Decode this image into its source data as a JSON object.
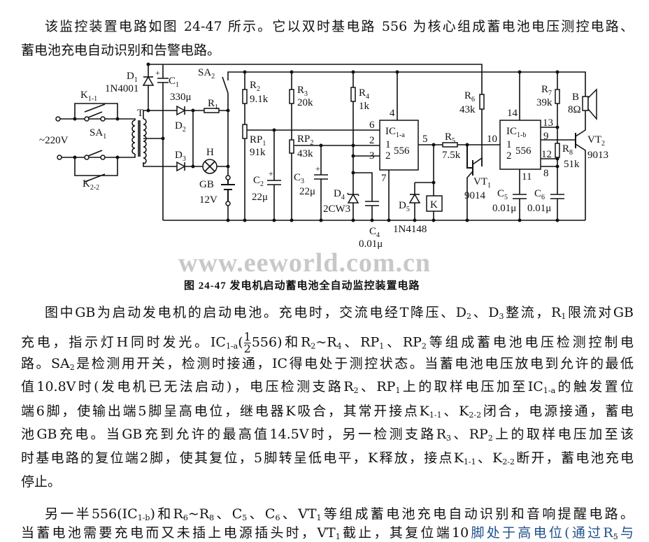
{
  "intro": {
    "lines": [
      [
        {
          "t": "该监控装置电路如图 24-47 所示。它以双时基电路 556 为核心组成蓄电池电压测控电路、"
        }
      ],
      [
        {
          "t": "蓄电池充电自动识别和告警电路。"
        }
      ]
    ]
  },
  "diagram": {
    "caption": "图 24-47   发电机启动蓄电池全自动监控装置电路",
    "watermark": "www.eeworld.com.cn",
    "labels": [
      {
        "id": "D1",
        "t": "D",
        "sub": "1"
      },
      {
        "id": "1N4001",
        "t": "1N4001"
      },
      {
        "id": "C1",
        "t": "C",
        "sub": "1"
      },
      {
        "id": "C1v",
        "t": "330μ"
      },
      {
        "id": "K11",
        "t": "K",
        "sub": "1-1"
      },
      {
        "id": "T",
        "t": "T"
      },
      {
        "id": "D2",
        "t": "D",
        "sub": "2"
      },
      {
        "id": "R1",
        "t": "R",
        "sub": "1"
      },
      {
        "id": "SA2",
        "t": "SA",
        "sub": "2"
      },
      {
        "id": "SA1",
        "t": "SA",
        "sub": "1"
      },
      {
        "id": "V220",
        "t": "~220V"
      },
      {
        "id": "D3",
        "t": "D",
        "sub": "3"
      },
      {
        "id": "H",
        "t": "H"
      },
      {
        "id": "K22",
        "t": "K",
        "sub": "2-2"
      },
      {
        "id": "GB",
        "t": "GB"
      },
      {
        "id": "GBv",
        "t": "12V"
      },
      {
        "id": "R2",
        "t": "R",
        "sub": "2"
      },
      {
        "id": "R2v",
        "t": "9.1k"
      },
      {
        "id": "RP1",
        "t": "RP",
        "sub": "1"
      },
      {
        "id": "RP1v",
        "t": "91k"
      },
      {
        "id": "C2",
        "t": "C",
        "sub": "2"
      },
      {
        "id": "C2v",
        "t": "22μ"
      },
      {
        "id": "R3",
        "t": "R",
        "sub": "3"
      },
      {
        "id": "R3v",
        "t": "20k"
      },
      {
        "id": "RP2",
        "t": "RP",
        "sub": "2"
      },
      {
        "id": "RP2v",
        "t": "43k"
      },
      {
        "id": "C3",
        "t": "C",
        "sub": "3"
      },
      {
        "id": "C3v",
        "t": "22μ"
      },
      {
        "id": "D4",
        "t": "D",
        "sub": "4"
      },
      {
        "id": "D4v",
        "t": "2CW3"
      },
      {
        "id": "R4",
        "t": "R",
        "sub": "4"
      },
      {
        "id": "R4v",
        "t": "1k"
      },
      {
        "id": "C4",
        "t": "C",
        "sub": "4"
      },
      {
        "id": "C4v",
        "t": "0.01μ"
      },
      {
        "id": "p4",
        "t": "4"
      },
      {
        "id": "p6",
        "t": "6"
      },
      {
        "id": "p2",
        "t": "2"
      },
      {
        "id": "p3",
        "t": "3"
      },
      {
        "id": "p7",
        "t": "7"
      },
      {
        "id": "p5",
        "t": "5"
      },
      {
        "id": "ICa",
        "t": "IC",
        "sub": "1-a"
      },
      {
        "id": "ICa_n",
        "t": "1"
      },
      {
        "id": "ICa_d",
        "t": "2"
      },
      {
        "id": "ICa_v",
        "t": "556"
      },
      {
        "id": "R5",
        "t": "R",
        "sub": "5"
      },
      {
        "id": "R5v",
        "t": "7.5k"
      },
      {
        "id": "R6",
        "t": "R",
        "sub": "6"
      },
      {
        "id": "R6v",
        "t": "43k"
      },
      {
        "id": "VT1",
        "t": "VT",
        "sub": "1"
      },
      {
        "id": "VT1v",
        "t": "9014"
      },
      {
        "id": "D5",
        "t": "D",
        "sub": "5"
      },
      {
        "id": "D5v",
        "t": "1N4148"
      },
      {
        "id": "K",
        "t": "K"
      },
      {
        "id": "p10",
        "t": "10"
      },
      {
        "id": "p14",
        "t": "14"
      },
      {
        "id": "ICb",
        "t": "IC",
        "sub": "1-b"
      },
      {
        "id": "ICb_n",
        "t": "1"
      },
      {
        "id": "ICb_d",
        "t": "2"
      },
      {
        "id": "ICb_v",
        "t": "556"
      },
      {
        "id": "p13",
        "t": "13"
      },
      {
        "id": "p9",
        "t": "9"
      },
      {
        "id": "p12",
        "t": "12"
      },
      {
        "id": "p8",
        "t": "8"
      },
      {
        "id": "p11",
        "t": "11"
      },
      {
        "id": "R7",
        "t": "R",
        "sub": "7"
      },
      {
        "id": "R7v",
        "t": "39k"
      },
      {
        "id": "B",
        "t": "B"
      },
      {
        "id": "Bv",
        "t": "8Ω"
      },
      {
        "id": "R8",
        "t": "R",
        "sub": "8"
      },
      {
        "id": "R8v",
        "t": "51k"
      },
      {
        "id": "VT2",
        "t": "VT",
        "sub": "2"
      },
      {
        "id": "VT2v",
        "t": "9013"
      },
      {
        "id": "C5",
        "t": "C",
        "sub": "5"
      },
      {
        "id": "C5v",
        "t": "0.01μ"
      },
      {
        "id": "C6",
        "t": "C",
        "sub": "6"
      },
      {
        "id": "C6v",
        "t": "0.01μ"
      }
    ]
  },
  "body": {
    "lines": [
      [
        {
          "t": "图中GB为启动发电机的启动电池。充电时，交流电经T降压、D"
        },
        {
          "t": "2",
          "s": "sub"
        },
        {
          "t": "、D"
        },
        {
          "t": "3",
          "s": "sub"
        },
        {
          "t": "整流，R"
        },
        {
          "t": "1",
          "s": "sub"
        },
        {
          "t": "限流对GB"
        }
      ],
      [
        {
          "t": "充电，指示灯H同时发光。IC"
        },
        {
          "t": "1-a",
          "s": "sub"
        },
        {
          "t": "("
        },
        {
          "t": "1",
          "d": "2",
          "s": "frac"
        },
        {
          "t": "556)和R"
        },
        {
          "t": "2",
          "s": "sub"
        },
        {
          "t": "~R"
        },
        {
          "t": "4",
          "s": "sub"
        },
        {
          "t": "、RP"
        },
        {
          "t": "1",
          "s": "sub"
        },
        {
          "t": "、RP"
        },
        {
          "t": "2",
          "s": "sub"
        },
        {
          "t": "等组成蓄电池电压检测控制电"
        }
      ],
      [
        {
          "t": "路。SA"
        },
        {
          "t": "2",
          "s": "sub"
        },
        {
          "t": "是检测用开关，检测时接通，IC得电处于测控状态。当蓄电池电压放电到允许的最低"
        }
      ],
      [
        {
          "t": "值10.8V时(发电机已无法启动)，电压检测支路R"
        },
        {
          "t": "2",
          "s": "sub"
        },
        {
          "t": "、RP"
        },
        {
          "t": "1",
          "s": "sub"
        },
        {
          "t": "上的取样电压加至IC"
        },
        {
          "t": "1-a",
          "s": "sub"
        },
        {
          "t": "的触发置位"
        }
      ],
      [
        {
          "t": "端6脚，使输出端5脚呈高电位，继电器K吸合，其常开接点K"
        },
        {
          "t": "1-1",
          "s": "sub"
        },
        {
          "t": "、K"
        },
        {
          "t": "2-2",
          "s": "sub"
        },
        {
          "t": "闭合，电源接通，蓄电"
        }
      ],
      [
        {
          "t": "池GB充电。当GB充到允许的最高值14.5V时，另一检测支路R"
        },
        {
          "t": "3",
          "s": "sub"
        },
        {
          "t": "、RP"
        },
        {
          "t": "2",
          "s": "sub"
        },
        {
          "t": "上的取样电压加至该"
        }
      ],
      [
        {
          "t": "时基电路的复位端2脚，使其复位，5脚转呈低电平，K释放，接点K"
        },
        {
          "t": "1-1",
          "s": "sub"
        },
        {
          "t": "、K"
        },
        {
          "t": "2-2",
          "s": "sub"
        },
        {
          "t": "断开，蓄电池充电"
        }
      ],
      [
        {
          "t": "停止。"
        }
      ],
      [
        {
          "t": "另一半556(IC"
        },
        {
          "t": "1-b",
          "s": "sub"
        },
        {
          "t": ")和R"
        },
        {
          "t": "6",
          "s": "sub"
        },
        {
          "t": "~R"
        },
        {
          "t": "8",
          "s": "sub"
        },
        {
          "t": "、C"
        },
        {
          "t": "5",
          "s": "sub"
        },
        {
          "t": "、C"
        },
        {
          "t": "6",
          "s": "sub"
        },
        {
          "t": "、VT"
        },
        {
          "t": "1",
          "s": "sub"
        },
        {
          "t": "等组成蓄电池充电自动识别和音响提醒电路。"
        }
      ],
      [
        {
          "t": "当蓄电池需要充电而又未插上电源插头时，VT"
        },
        {
          "t": "1",
          "s": "sub"
        },
        {
          "t": "截止，其复位端10"
        },
        {
          "t": "脚处于高电位(通过R",
          "s": "blue"
        },
        {
          "t": "5",
          "s": "sub"
        },
        {
          "t": "与",
          "s": "blue"
        }
      ]
    ]
  }
}
